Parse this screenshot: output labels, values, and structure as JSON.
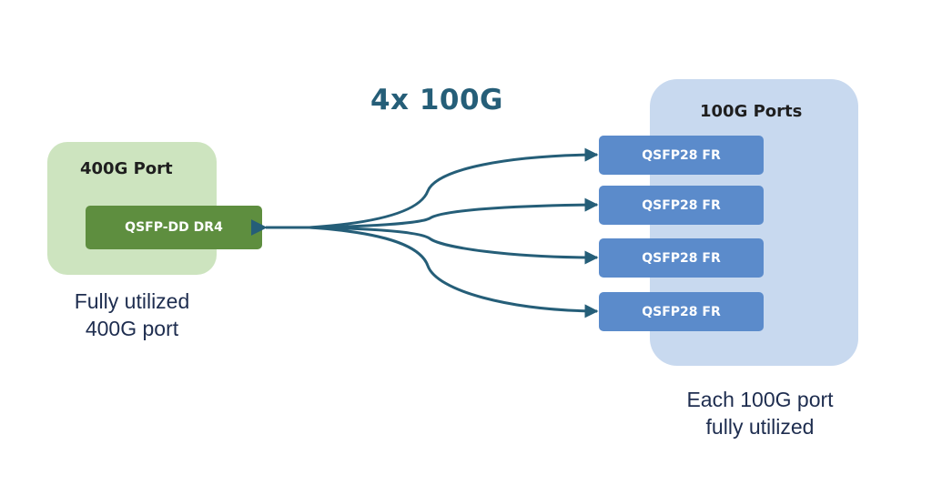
{
  "title": "4x 100G",
  "source": {
    "group_label": "400G Port",
    "module_label": "QSFP-DD DR4",
    "caption_lines": [
      "Fully utilized",
      "400G port"
    ]
  },
  "destination": {
    "group_label": "100G Ports",
    "modules": [
      {
        "label": "QSFP28 FR"
      },
      {
        "label": "QSFP28 FR"
      },
      {
        "label": "QSFP28 FR"
      },
      {
        "label": "QSFP28 FR"
      }
    ],
    "caption_lines": [
      "Each 100G port",
      "fully utilized"
    ]
  },
  "colors": {
    "title": "#255e78",
    "link": "#255e78",
    "group_400_bg": "#cde4bf",
    "module_400_bg": "#5e8e3f",
    "group_100_bg": "#c8d9ef",
    "module_100_bg": "#5b8bcb",
    "caption": "#1e2d4f"
  },
  "links": [
    {
      "from": "QSFP-DD DR4",
      "to_index": 0
    },
    {
      "from": "QSFP-DD DR4",
      "to_index": 1
    },
    {
      "from": "QSFP-DD DR4",
      "to_index": 2
    },
    {
      "from": "QSFP-DD DR4",
      "to_index": 3
    }
  ]
}
